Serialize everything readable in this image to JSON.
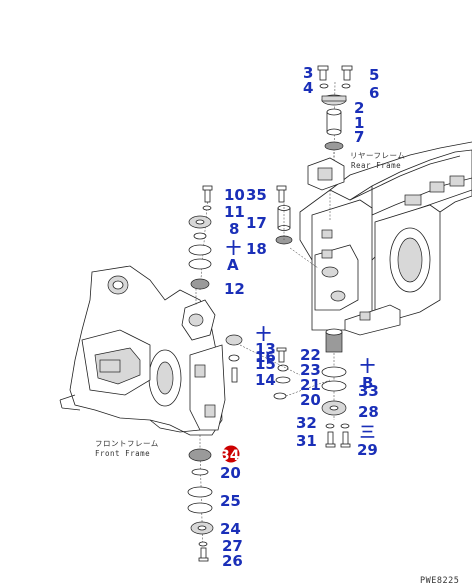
{
  "frame_labels": {
    "rear_jp": "リヤーフレーム",
    "rear_en": "Rear Frame",
    "front_jp": "フロントフレーム",
    "front_en": "Front Frame"
  },
  "drawing_id": "PWE8225",
  "highlight_color": "#cc0000",
  "callout_color": "#1a2fb8",
  "callouts": {
    "c3": "3",
    "c5": "5",
    "c4": "4",
    "c6": "6",
    "c2": "2",
    "c1": "1",
    "c7": "7",
    "c10": "10",
    "c35": "35",
    "c11": "11",
    "c8": "8",
    "c17": "17",
    "c9": "十",
    "cA": "A",
    "c18": "18",
    "c12": "12",
    "c13plus": "十",
    "c13": "13",
    "c22": "22",
    "c16": "16",
    "c15": "15",
    "c23": "23",
    "c14": "14",
    "c21": "21",
    "c20a": "20",
    "c9b": "十",
    "cB": "B",
    "c33": "33",
    "c28": "28",
    "c32": "32",
    "c19": "三",
    "c31": "31",
    "c29": "29",
    "c34": "34",
    "c20b": "20",
    "c25": "25",
    "c24": "24",
    "c27": "27",
    "c26": "26"
  }
}
